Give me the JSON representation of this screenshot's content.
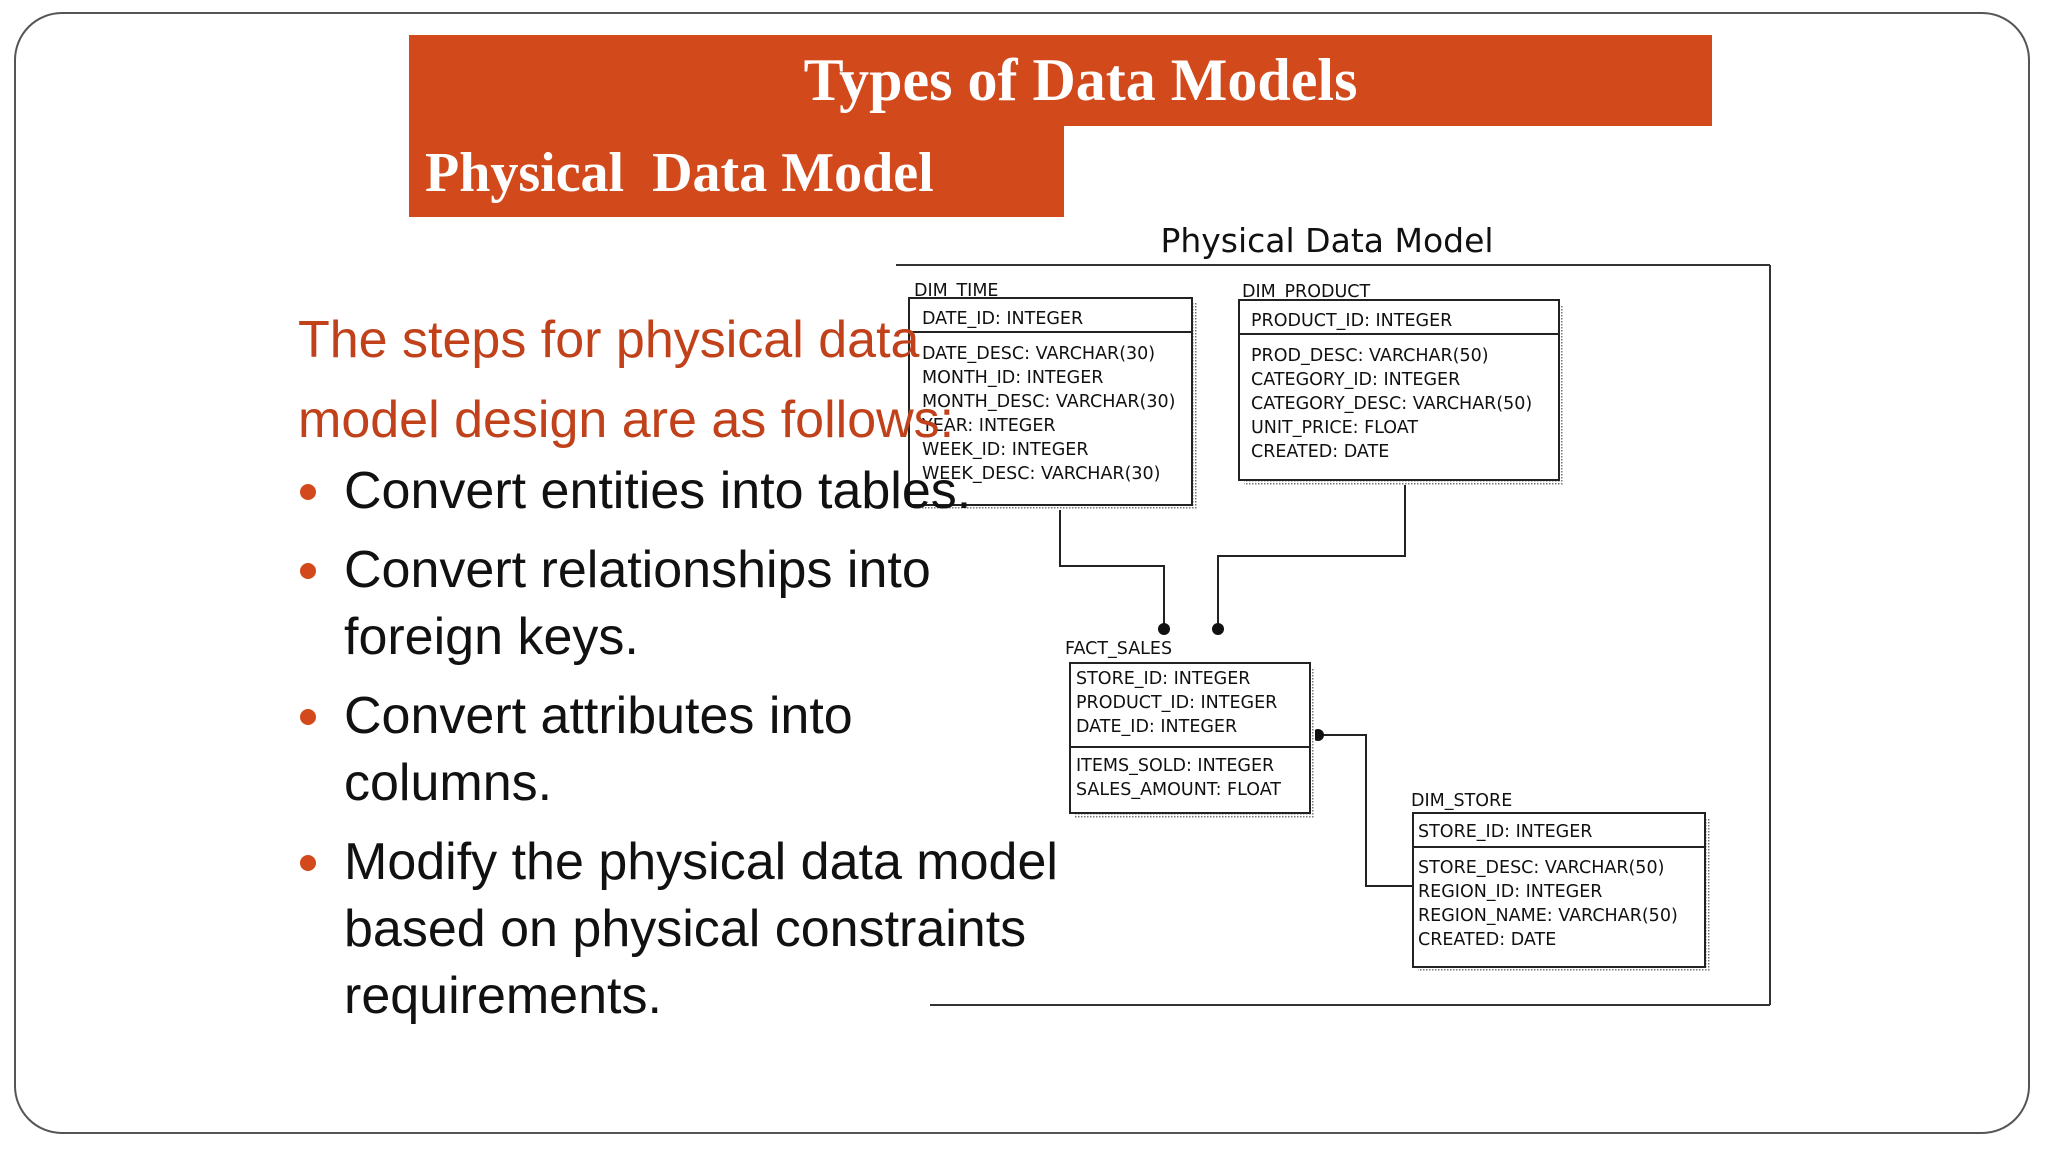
{
  "slide": {
    "title": "Types of Data Models",
    "subtitle": "Physical  Data Model",
    "intro": "The steps for physical data model design are as follows:",
    "bullets": [
      "Convert entities into tables.",
      "Convert relationships into foreign keys.",
      "Convert attributes into columns.",
      "Modify the physical data model based on physical constraints  requirements."
    ]
  },
  "diagram": {
    "title": "Physical Data Model",
    "tables": [
      {
        "name": "DIM_TIME",
        "keys": [
          "DATE_ID: INTEGER"
        ],
        "attributes": [
          "DATE_DESC: VARCHAR(30)",
          "MONTH_ID: INTEGER",
          "MONTH_DESC: VARCHAR(30)",
          "YEAR: INTEGER",
          "WEEK_ID: INTEGER",
          "WEEK_DESC: VARCHAR(30)"
        ]
      },
      {
        "name": "DIM_PRODUCT",
        "keys": [
          "PRODUCT_ID: INTEGER"
        ],
        "attributes": [
          "PROD_DESC: VARCHAR(50)",
          "CATEGORY_ID: INTEGER",
          "CATEGORY_DESC: VARCHAR(50)",
          "UNIT_PRICE: FLOAT",
          "CREATED: DATE"
        ]
      },
      {
        "name": "FACT_SALES",
        "keys": [
          "STORE_ID: INTEGER",
          "PRODUCT_ID: INTEGER",
          "DATE_ID: INTEGER"
        ],
        "attributes": [
          "ITEMS_SOLD: INTEGER",
          "SALES_AMOUNT: FLOAT"
        ]
      },
      {
        "name": "DIM_STORE",
        "keys": [
          "STORE_ID: INTEGER"
        ],
        "attributes": [
          "STORE_DESC: VARCHAR(50)",
          "REGION_ID: INTEGER",
          "REGION_NAME: VARCHAR(50)",
          "CREATED: DATE"
        ]
      }
    ]
  },
  "colors": {
    "accent": "#d24a1c",
    "intro_text": "#c0411a",
    "body_text": "#111111"
  }
}
